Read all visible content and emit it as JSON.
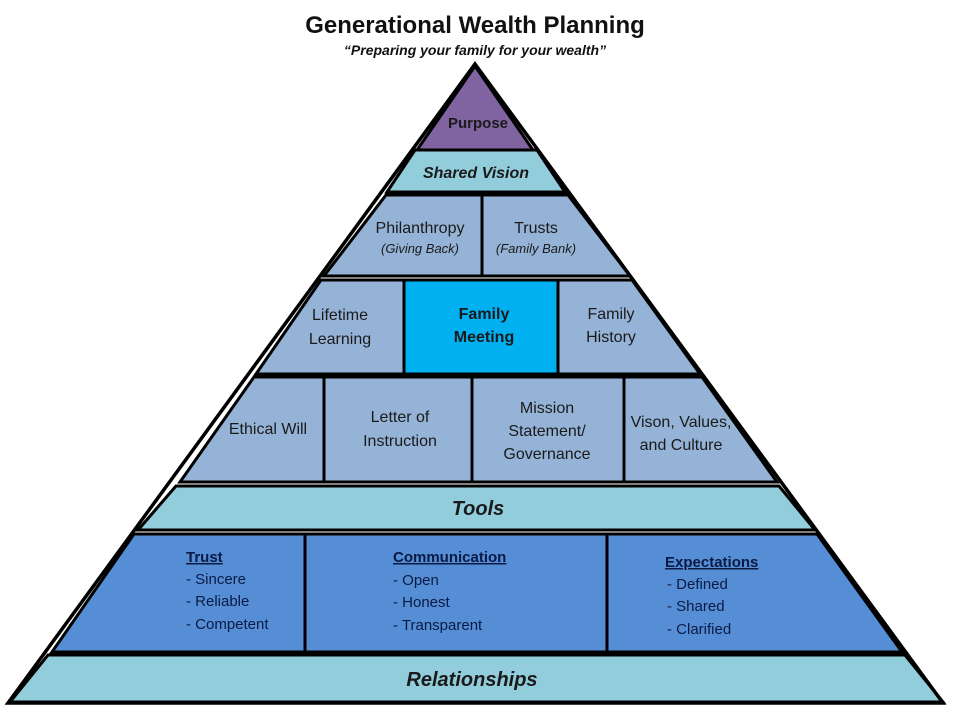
{
  "header": {
    "title": "Generational Wealth Planning",
    "subtitle": "“Preparing your family for your wealth”"
  },
  "colors": {
    "purpose": "#8064a2",
    "shared_vision": "#92cddc",
    "block": "#95b3d7",
    "family_meeting": "#00b0f0",
    "band": "#92cddc",
    "relationship_box": "#558ed5",
    "outline": "#000000"
  },
  "pyramid": {
    "purpose": "Purpose",
    "shared_vision": "Shared Vision",
    "row3": [
      {
        "line1": "Philanthropy",
        "line2": "(Giving Back)"
      },
      {
        "line1": "Trusts",
        "line2": "(Family Bank)"
      }
    ],
    "row4": [
      {
        "line1": "Lifetime",
        "line2": "Learning"
      },
      {
        "line1": "Family",
        "line2": "Meeting"
      },
      {
        "line1": "Family",
        "line2": "History"
      }
    ],
    "row5": [
      {
        "lines": [
          "Ethical Will"
        ]
      },
      {
        "lines": [
          "Letter of",
          "Instruction"
        ]
      },
      {
        "lines": [
          "Mission",
          "Statement/",
          "Governance"
        ]
      },
      {
        "lines": [
          "Vison, Values,",
          "and Culture"
        ]
      }
    ],
    "tools": "Tools",
    "relationships_boxes": [
      {
        "heading": "Trust",
        "items": [
          "- Sincere",
          "- Reliable",
          "- Competent"
        ]
      },
      {
        "heading": "Communication",
        "items": [
          "- Open",
          "- Honest",
          "- Transparent"
        ]
      },
      {
        "heading": "Expectations",
        "items": [
          "- Defined",
          "- Shared",
          "- Clarified"
        ]
      }
    ],
    "relationships": "Relationships"
  }
}
